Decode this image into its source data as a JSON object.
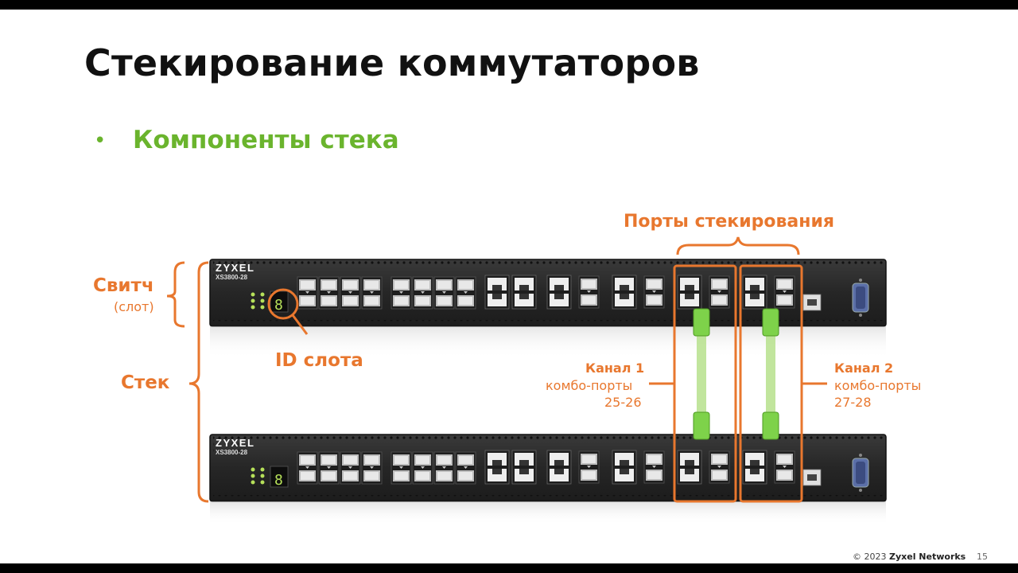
{
  "slide": {
    "title": "Стекирование коммутаторов",
    "bullet": "Компоненты стека",
    "labels": {
      "switch": "Свитч",
      "slot": "(слот)",
      "stack": "Стек",
      "slot_id": "ID слота",
      "stack_ports": "Порты стекирования",
      "channel1_title": "Канал 1",
      "channel1_desc": "комбо-порты",
      "channel1_ports": "25-26",
      "channel2_title": "Канал 2",
      "channel2_desc": "комбо-порты",
      "channel2_ports": "27-28"
    },
    "switches": [
      {
        "brand": "ZYXEL",
        "model": "XS3800-28",
        "stack_id": "8"
      },
      {
        "brand": "ZYXEL",
        "model": "XS3800-28",
        "stack_id": "8"
      }
    ],
    "footer": {
      "copyright": "© 2023",
      "company": "Zyxel Networks",
      "page": "15"
    },
    "colors": {
      "accent_orange": "#e8772e",
      "accent_green": "#6ab42d",
      "chassis": "#2b2b2b"
    }
  }
}
